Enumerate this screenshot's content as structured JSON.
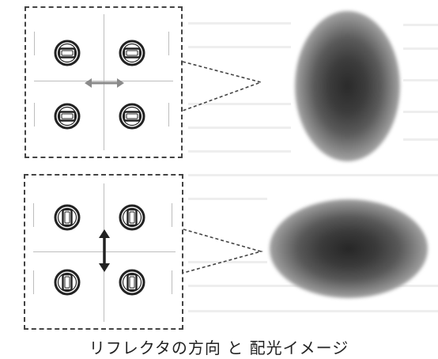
{
  "caption": "リフレクタの方向 と 配光イメージ",
  "colors": {
    "arrow_horizontal": "#8a8a8a",
    "arrow_vertical": "#222222",
    "panel_border": "#444444",
    "light_pattern": "#2a2a2a"
  },
  "panels": [
    {
      "id": "horizontal-reflectors",
      "arrow_direction": "horizontal",
      "light_pattern_shape": "vertical-ellipse"
    },
    {
      "id": "vertical-reflectors",
      "arrow_direction": "vertical",
      "light_pattern_shape": "horizontal-ellipse"
    }
  ]
}
